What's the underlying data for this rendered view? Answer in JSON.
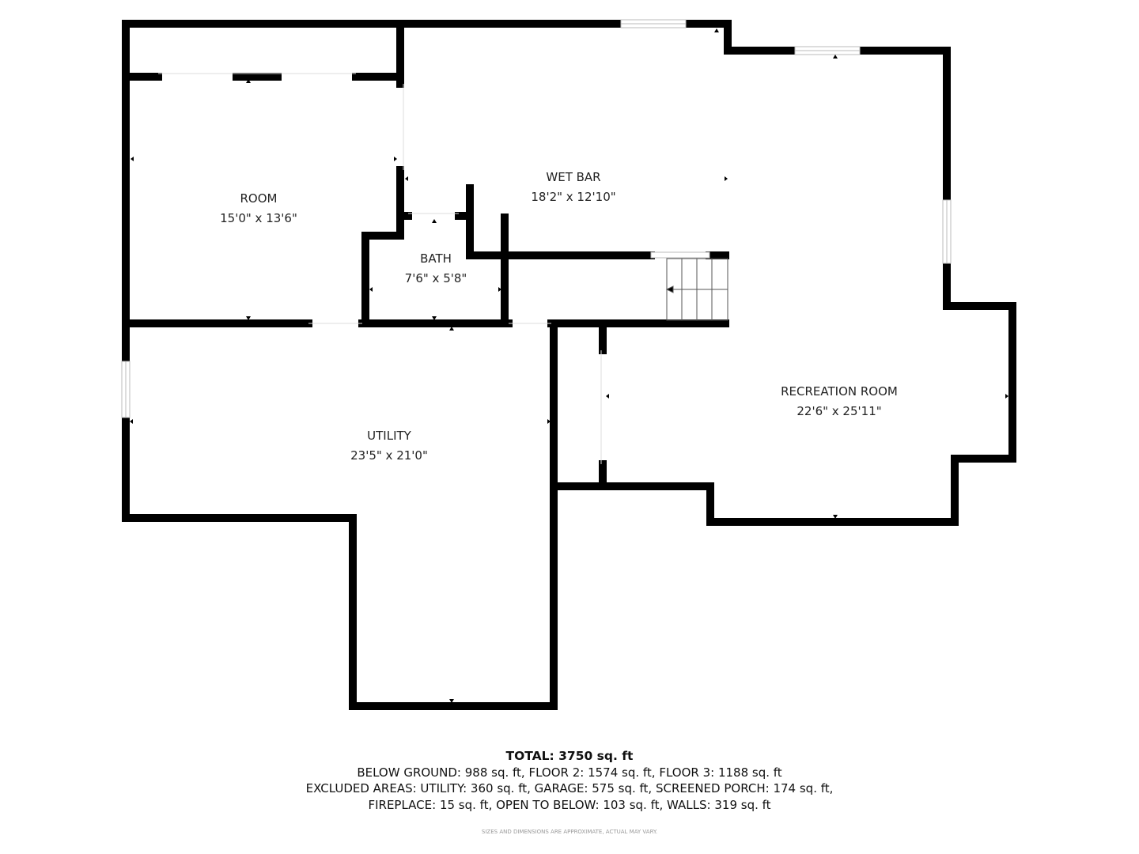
{
  "rooms": [
    {
      "name": "ROOM",
      "dims": "15'0\" x 13'6\""
    },
    {
      "name": "WET BAR",
      "dims": "18'2\" x 12'10\""
    },
    {
      "name": "BATH",
      "dims": "7'6\" x 5'8\""
    },
    {
      "name": "UTILITY",
      "dims": "23'5\" x 21'0\""
    },
    {
      "name": "RECREATION ROOM",
      "dims": "22'6\" x 25'11\""
    }
  ],
  "summary": {
    "total": "TOTAL: 3750 sq. ft",
    "line1": "BELOW GROUND: 988 sq. ft, FLOOR 2: 1574 sq. ft, FLOOR 3: 1188 sq. ft",
    "line2": "EXCLUDED AREAS: UTILITY: 360 sq. ft, GARAGE: 575 sq. ft, SCREENED PORCH: 174 sq. ft,",
    "line3": "FIREPLACE: 15 sq. ft, OPEN TO BELOW: 103 sq. ft, WALLS: 319 sq. ft",
    "disclaimer": "SIZES AND DIMENSIONS ARE APPROXIMATE, ACTUAL MAY VARY."
  },
  "colors": {
    "wall": "#000000",
    "text": "#222222"
  }
}
